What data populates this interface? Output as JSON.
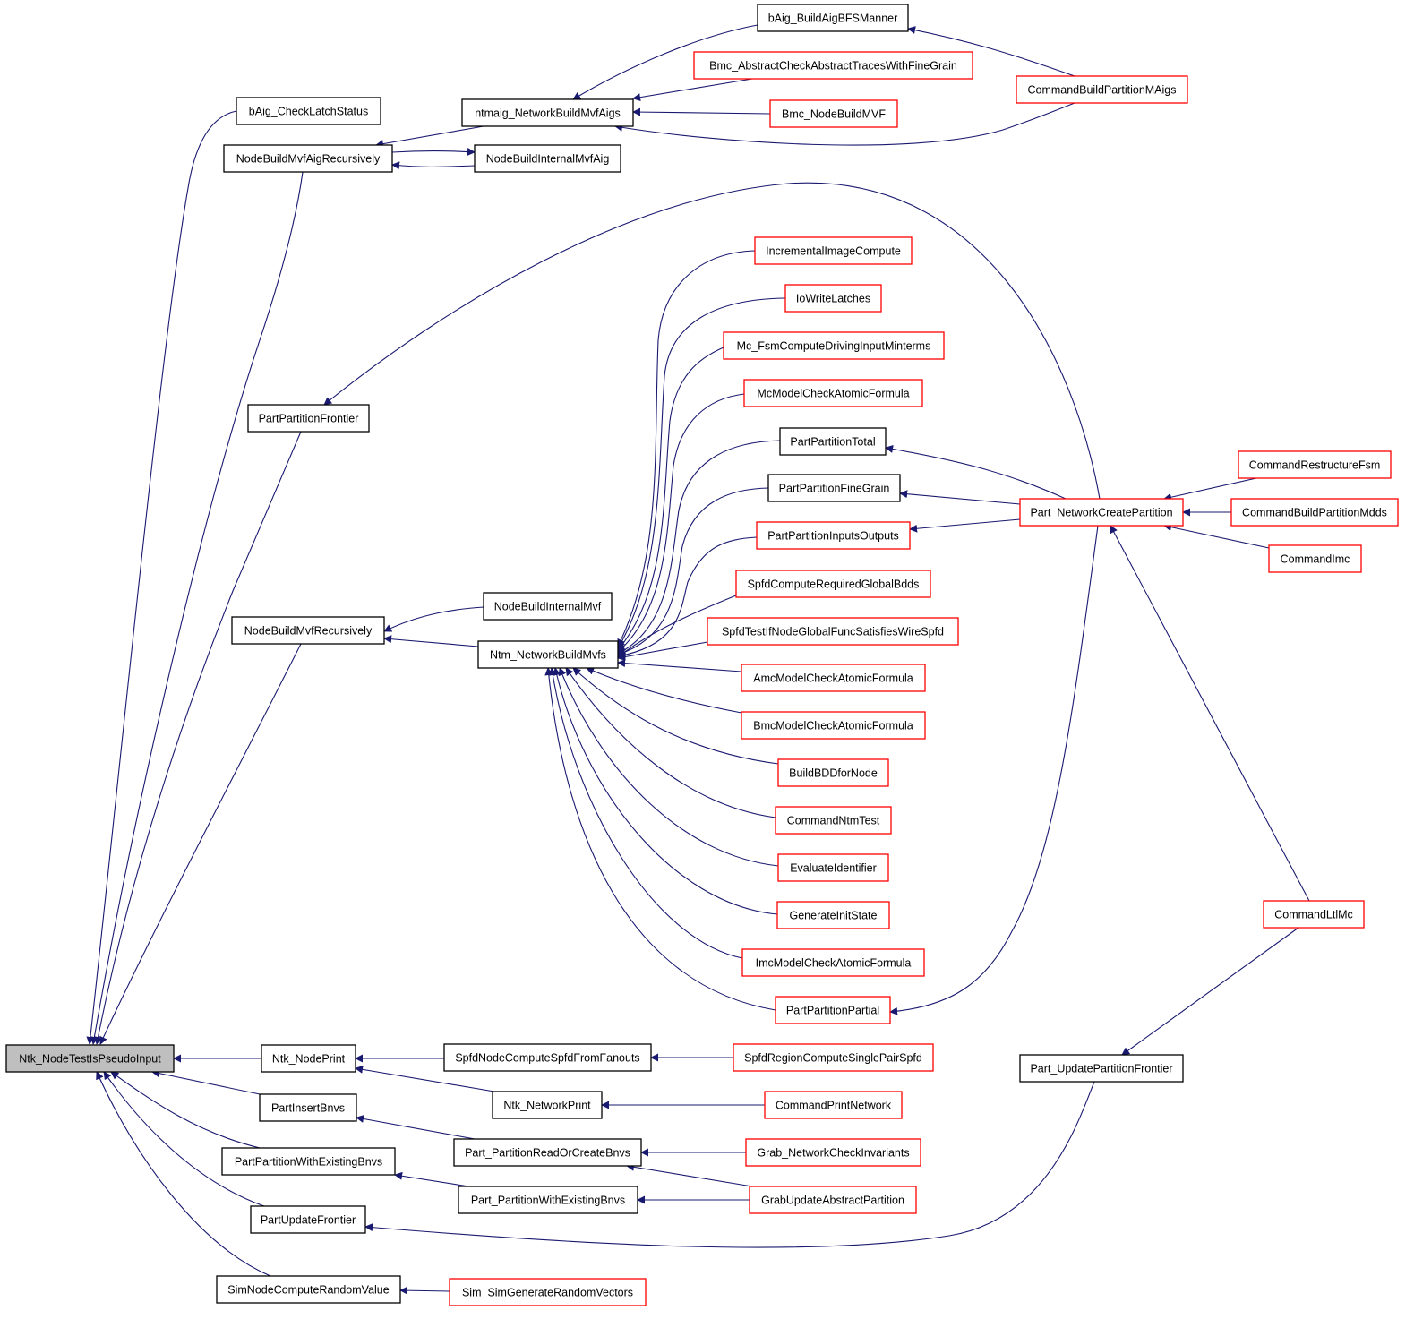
{
  "colors": {
    "edge": "#191970",
    "focus_fill": "#bfbfbf",
    "node_fill": "#ffffff",
    "black_border": "#000000",
    "red_border": "#ff0000"
  },
  "graph": {
    "nodes": [
      {
        "id": "ntk_nodetestispseudoinput",
        "label": "Ntk_NodeTestIsPseudoInput",
        "border": "black",
        "focus": true
      },
      {
        "id": "baig_checklatchstatus",
        "label": "bAig_CheckLatchStatus",
        "border": "black"
      },
      {
        "id": "nodebuildmvfaigrecursively",
        "label": "NodeBuildMvfAigRecursively",
        "border": "black"
      },
      {
        "id": "partpartitionfrontier",
        "label": "PartPartitionFrontier",
        "border": "black"
      },
      {
        "id": "nodebuildmvfrecursively",
        "label": "NodeBuildMvfRecursively",
        "border": "black"
      },
      {
        "id": "ntk_nodeprint",
        "label": "Ntk_NodePrint",
        "border": "black"
      },
      {
        "id": "partinsertbnvs",
        "label": "PartInsertBnvs",
        "border": "black"
      },
      {
        "id": "partpartitionwithexistingbnvs",
        "label": "PartPartitionWithExistingBnvs",
        "border": "black"
      },
      {
        "id": "partupdatefrontier",
        "label": "PartUpdateFrontier",
        "border": "black"
      },
      {
        "id": "simnodecomputerandomvalue",
        "label": "SimNodeComputeRandomValue",
        "border": "black"
      },
      {
        "id": "ntmaig_networkbuildmvfaigs",
        "label": "ntmaig_NetworkBuildMvfAigs",
        "border": "black"
      },
      {
        "id": "nodebuildinternalmvfaig",
        "label": "NodeBuildInternalMvfAig",
        "border": "black"
      },
      {
        "id": "nodebuildinternalmvf",
        "label": "NodeBuildInternalMvf",
        "border": "black"
      },
      {
        "id": "ntm_networkbuildmvfs",
        "label": "Ntm_NetworkBuildMvfs",
        "border": "black"
      },
      {
        "id": "spfdnodecomputespfdfromfanouts",
        "label": "SpfdNodeComputeSpfdFromFanouts",
        "border": "black"
      },
      {
        "id": "ntk_networkprint",
        "label": "Ntk_NetworkPrint",
        "border": "black"
      },
      {
        "id": "part_partitionreadorcreatebnvs",
        "label": "Part_PartitionReadOrCreateBnvs",
        "border": "black"
      },
      {
        "id": "part_partitionwithexistingbnvs",
        "label": "Part_PartitionWithExistingBnvs",
        "border": "black"
      },
      {
        "id": "sim_simgeneraterandomvectors",
        "label": "Sim_SimGenerateRandomVectors",
        "border": "red"
      },
      {
        "id": "baig_buildaigbfsmanner",
        "label": "bAig_BuildAigBFSManner",
        "border": "black"
      },
      {
        "id": "bmc_abstractcheckabstracttraceswithfinegrain",
        "label": "Bmc_AbstractCheckAbstractTracesWithFineGrain",
        "border": "red"
      },
      {
        "id": "bmc_nodebuildmvf",
        "label": "Bmc_NodeBuildMVF",
        "border": "red"
      },
      {
        "id": "incrementalimagecompute",
        "label": "IncrementalImageCompute",
        "border": "red"
      },
      {
        "id": "iowritelatches",
        "label": "IoWriteLatches",
        "border": "red"
      },
      {
        "id": "mc_fsmcomputedrivinginputminterms",
        "label": "Mc_FsmComputeDrivingInputMinterms",
        "border": "red"
      },
      {
        "id": "mcmodelcheckatomicformula",
        "label": "McModelCheckAtomicFormula",
        "border": "red"
      },
      {
        "id": "partpartitiontotal",
        "label": "PartPartitionTotal",
        "border": "black"
      },
      {
        "id": "partpartitionfinegrain",
        "label": "PartPartitionFineGrain",
        "border": "black"
      },
      {
        "id": "partpartitioninputsoutputs",
        "label": "PartPartitionInputsOutputs",
        "border": "red"
      },
      {
        "id": "spfdcomputerequiredglobalbdds",
        "label": "SpfdComputeRequiredGlobalBdds",
        "border": "red"
      },
      {
        "id": "spfdtestifnodeglobalfuncsatisfieswirespfd",
        "label": "SpfdTestIfNodeGlobalFuncSatisfiesWireSpfd",
        "border": "red"
      },
      {
        "id": "amcmodelcheckatomicformula",
        "label": "AmcModelCheckAtomicFormula",
        "border": "red"
      },
      {
        "id": "bmcmodelcheckatomicformula",
        "label": "BmcModelCheckAtomicFormula",
        "border": "red"
      },
      {
        "id": "buildbddfornode",
        "label": "BuildBDDforNode",
        "border": "red"
      },
      {
        "id": "commandntmtest",
        "label": "CommandNtmTest",
        "border": "red"
      },
      {
        "id": "evaluateidentifier",
        "label": "EvaluateIdentifier",
        "border": "red"
      },
      {
        "id": "generateinitstate",
        "label": "GenerateInitState",
        "border": "red"
      },
      {
        "id": "imcmodelcheckatomicformula",
        "label": "ImcModelCheckAtomicFormula",
        "border": "red"
      },
      {
        "id": "partpartitionpartial",
        "label": "PartPartitionPartial",
        "border": "red"
      },
      {
        "id": "spfdregioncomputesinglepairspfd",
        "label": "SpfdRegionComputeSinglePairSpfd",
        "border": "red"
      },
      {
        "id": "commandprintnetwork",
        "label": "CommandPrintNetwork",
        "border": "red"
      },
      {
        "id": "grab_networkcheckinvariants",
        "label": "Grab_NetworkCheckInvariants",
        "border": "red"
      },
      {
        "id": "grabupdateabstractpartition",
        "label": "GrabUpdateAbstractPartition",
        "border": "red"
      },
      {
        "id": "commandbuildpartitionmaigs",
        "label": "CommandBuildPartitionMAigs",
        "border": "red"
      },
      {
        "id": "part_networkcreatepartition",
        "label": "Part_NetworkCreatePartition",
        "border": "red"
      },
      {
        "id": "part_updatepartitionfrontier",
        "label": "Part_UpdatePartitionFrontier",
        "border": "black"
      },
      {
        "id": "commandltlmc",
        "label": "CommandLtlMc",
        "border": "red"
      },
      {
        "id": "commandrestructurefsm",
        "label": "CommandRestructureFsm",
        "border": "red"
      },
      {
        "id": "commandbuildpartitionmdds",
        "label": "CommandBuildPartitionMdds",
        "border": "red"
      },
      {
        "id": "commandimc",
        "label": "CommandImc",
        "border": "red"
      }
    ]
  }
}
